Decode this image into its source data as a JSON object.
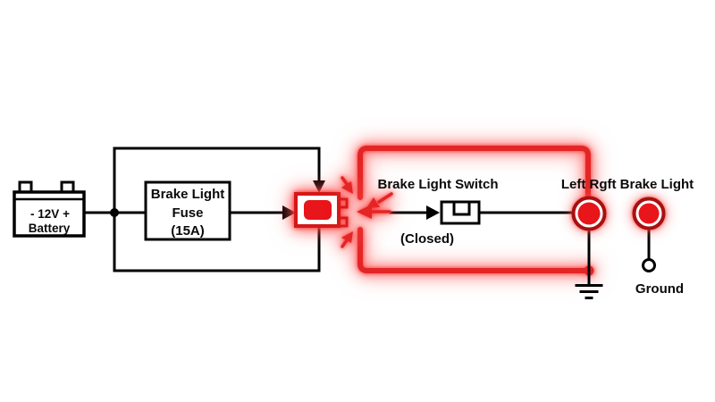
{
  "diagram_title": "brake-light-circuit",
  "labels": {
    "battery_line1": "- 12V +",
    "battery_line2": "Battery",
    "fuse_line1": "Brake Light",
    "fuse_line2": "Fuse",
    "fuse_line3": "(15A)",
    "switch_label": "Brake Light Switch",
    "switch_state": "(Closed)",
    "brake_lights_label": "Left Rgft Brake Light",
    "ground_label": "Ground"
  },
  "colors": {
    "wire_black": "#000000",
    "highlight_red": "#e42525",
    "lamp_red": "#e8151b",
    "ring_red": "#a81010",
    "connector_red": "#d41818",
    "text_black": "#0a0a0a",
    "bg": "#ffffff"
  }
}
